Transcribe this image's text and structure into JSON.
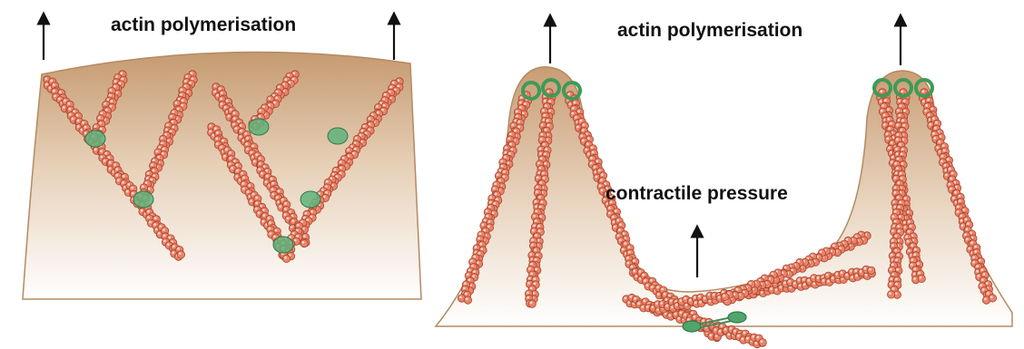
{
  "labels": {
    "left_top": "actin polymerisation",
    "right_top": "actin polymerisation",
    "center": "contractile pressure"
  },
  "colors": {
    "filament": "#e9836a",
    "filament_outline": "#a8432c",
    "filament_highlight": "#fbd3c3",
    "arp_complex": "#5fb37b",
    "arp_outline": "#2f7a4a",
    "formin_ring": "#3f9a58",
    "cell_edge": "#b48a62",
    "cell_top": "#c89d74",
    "cell_bottom": "#ffffff",
    "arrow": "#111111",
    "myosin": "#4fa56c"
  },
  "icons": {
    "arrow": "up-arrow-icon",
    "branch_node": "arp-complex-icon",
    "tip_complex": "formin-ring-icon",
    "motor": "myosin-icon"
  }
}
